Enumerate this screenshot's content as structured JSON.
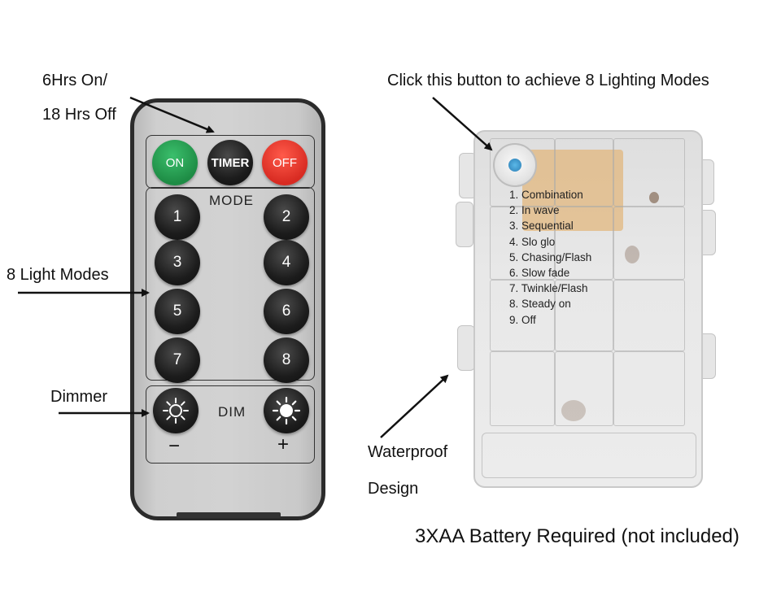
{
  "annotations": {
    "timer_line1": "6Hrs On/",
    "timer_line2": "18 Hrs Off",
    "light_modes": "8 Light Modes",
    "dimmer": "Dimmer",
    "mode_button": "Click this button to achieve 8 Lighting Modes",
    "waterproof_line1": "Waterproof",
    "waterproof_line2": "Design",
    "battery": "3XAA Battery Required (not included)"
  },
  "remote": {
    "on": "ON",
    "timer": "TIMER",
    "off": "OFF",
    "mode_label": "MODE",
    "modes": [
      "1",
      "2",
      "3",
      "4",
      "5",
      "6",
      "7",
      "8"
    ],
    "dim_label": "DIM",
    "minus": "−",
    "plus": "+"
  },
  "box": {
    "modes": [
      "1. Combination",
      "2. In wave",
      "3. Sequential",
      "4. Slo glo",
      "5. Chasing/Flash",
      "6. Slow fade",
      "7. Twinkle/Flash",
      "8. Steady on",
      "9. Off"
    ]
  },
  "colors": {
    "on_button": "#1e8c45",
    "off_button": "#d82b22",
    "mode_button_core": "#2e7fb5"
  }
}
